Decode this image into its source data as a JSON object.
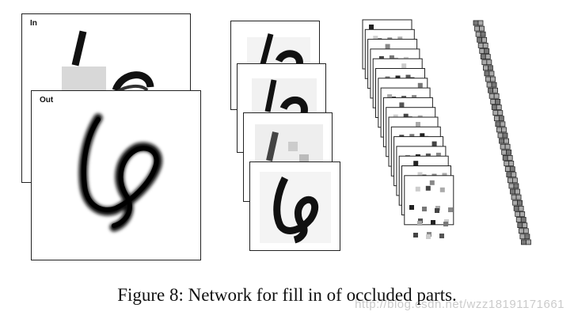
{
  "figure": {
    "in_label": "In",
    "out_label": "Out",
    "caption": "Figure 8: Network for fill in of occluded parts.",
    "watermark": "http://blog.csdn.net/wzz18191171661"
  },
  "colors": {
    "ink": "#111111",
    "frame": "#222222",
    "occluder": "#d8d8d8",
    "node_fill": "#9a9a9a"
  }
}
